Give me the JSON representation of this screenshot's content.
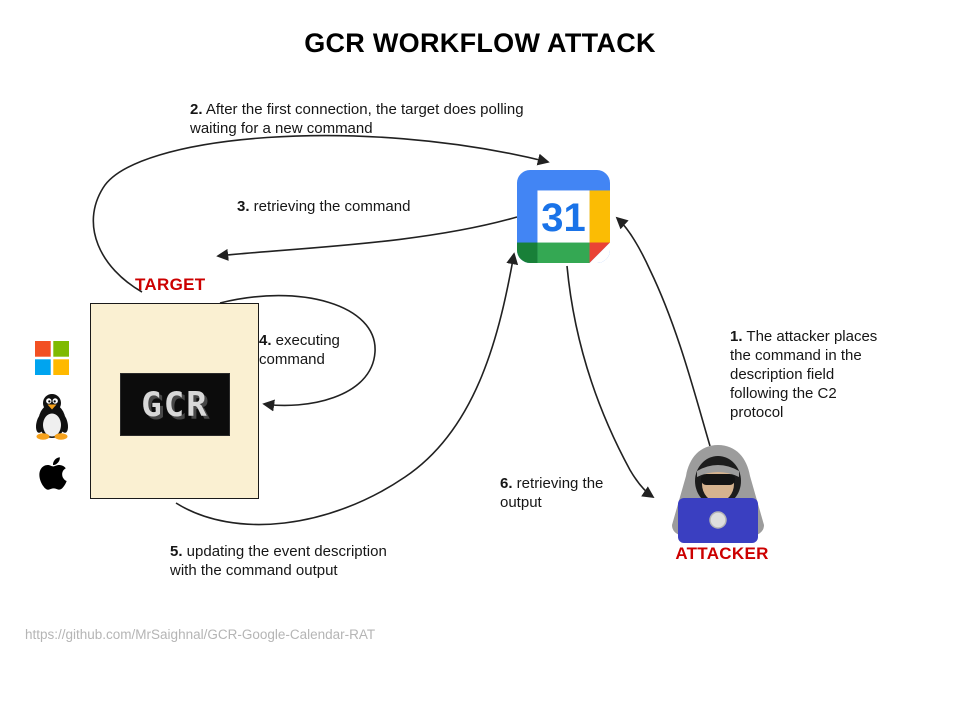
{
  "title": "GCR WORKFLOW ATTACK",
  "steps": {
    "s1": {
      "num": "1.",
      "text": " The attacker places the command in the description field following the C2 protocol"
    },
    "s2": {
      "num": "2.",
      "text": " After the first connection, the target does polling waiting for a new command"
    },
    "s3": {
      "num": "3.",
      "text": " retrieving the command"
    },
    "s4": {
      "num": "4.",
      "text": " executing command"
    },
    "s5": {
      "num": "5.",
      "text": " updating the event description with the command output"
    },
    "s6": {
      "num": "6.",
      "text": " retrieving the output"
    }
  },
  "labels": {
    "target": "TARGET",
    "attacker": "ATTACKER"
  },
  "calendar": {
    "day": "31"
  },
  "target_box": {
    "logo_text": "GCR"
  },
  "footer": {
    "url": "https://github.com/MrSaighnal/GCR-Google-Calendar-RAT"
  },
  "icons": {
    "os": [
      "windows-logo-icon",
      "linux-tux-icon",
      "apple-logo-icon"
    ],
    "calendar": "google-calendar-icon",
    "attacker": "hooded-attacker-icon"
  },
  "colors": {
    "label_red": "#CC0000",
    "box_fill": "#FAF0D2",
    "arrow": "#212121",
    "footer_gray": "#B5B5B5",
    "calendar_blue": "#4285F4",
    "calendar_day_blue": "#1A73E8",
    "calendar_yellow": "#FBBC04",
    "calendar_green": "#34A853",
    "calendar_dark_green": "#188038",
    "calendar_red": "#EA4335",
    "laptop_blue": "#3A3FC1",
    "windows_colors": [
      "#F25022",
      "#7FBA00",
      "#00A4EF",
      "#FFB900"
    ]
  }
}
